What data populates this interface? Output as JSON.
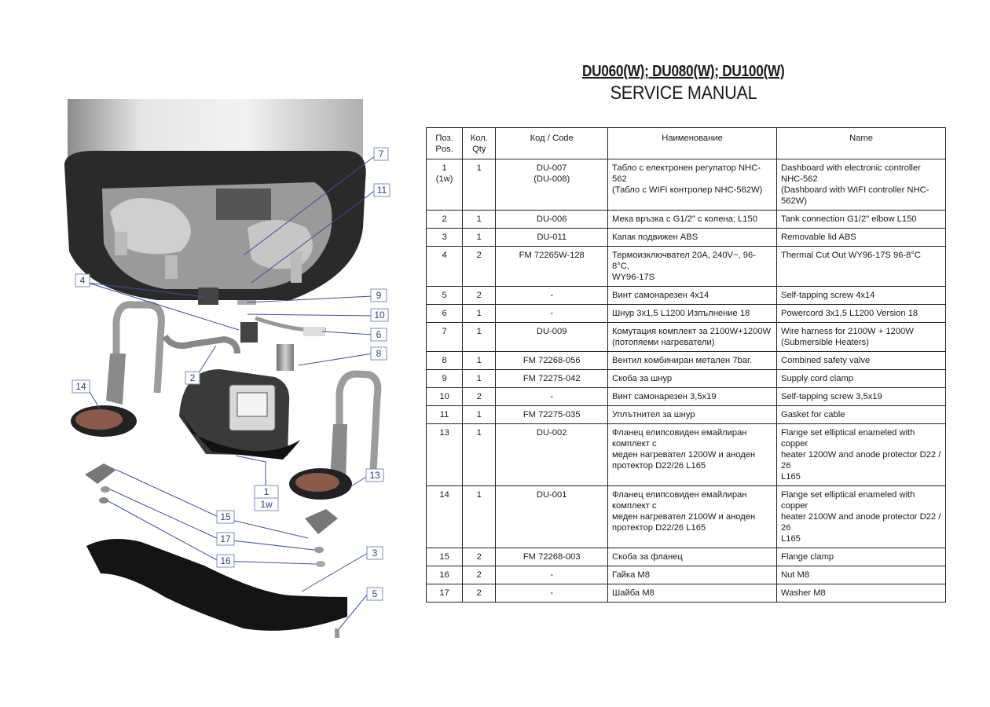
{
  "document": {
    "title_models": "DU060(W); DU080(W); DU100(W)",
    "title_manual": "SERVICE MANUAL"
  },
  "diagram": {
    "callouts": [
      "7",
      "11",
      "4",
      "9",
      "10",
      "6",
      "8",
      "2",
      "14",
      "13",
      "1",
      "1w",
      "15",
      "17",
      "16",
      "3",
      "5"
    ]
  },
  "table": {
    "headers": {
      "pos": "Поз.\nPos.",
      "qty": "Кол.\nQty",
      "code": "Код / Code",
      "name_bg": "Наименование",
      "name_en": "Name"
    },
    "rows": [
      {
        "pos": "1\n(1w)",
        "qty": "1",
        "code": "DU-007\n(DU-008)",
        "name_bg": "Табло с електронен регулатор NHC-562\n(Табло с WIFI контролер NHC-562W)",
        "name_en": "Dashboard with electronic controller NHC-562\n(Dashboard  with WIFI controller NHC-562W)"
      },
      {
        "pos": "2",
        "qty": "1",
        "code": "DU-006",
        "name_bg": "Мека връзка с G1/2\" с колена; L150",
        "name_en": "Tank connection G1/2\" elbow L150"
      },
      {
        "pos": "3",
        "qty": "1",
        "code": "DU-011",
        "name_bg": "Капак подвижен ABS",
        "name_en": "Removable lid ABS"
      },
      {
        "pos": "4",
        "qty": "2",
        "code": "FM 72265W-128",
        "name_bg": "Термоизключвател 20А, 240V~, 96-8°C,\nWY96-17S",
        "name_en": "Thermal Cut Out WY96-17S  96-8°C"
      },
      {
        "pos": "5",
        "qty": "2",
        "code": "-",
        "name_bg": "Винт самонарезен 4х14",
        "name_en": "Self-tapping screw 4x14"
      },
      {
        "pos": "6",
        "qty": "1",
        "code": "-",
        "name_bg": "Шнур 3х1,5 L1200 Изпълнение 18",
        "name_en": "Powercord 3x1,5 L1200 Version 18"
      },
      {
        "pos": "7",
        "qty": "1",
        "code": "DU-009",
        "name_bg": "Комутация комплект за 2100W+1200W\n(потопяеми нагреватели)",
        "name_en": "Wire harness for 2100W + 1200W\n(Submersible Heaters)"
      },
      {
        "pos": "8",
        "qty": "1",
        "code": "FM 72268-056",
        "name_bg": "Вентил комбиниран метален 7bar.",
        "name_en": "Combined safety valve"
      },
      {
        "pos": "9",
        "qty": "1",
        "code": "FM 72275-042",
        "name_bg": "Скоба за шнур",
        "name_en": "Supply cord clamp"
      },
      {
        "pos": "10",
        "qty": "2",
        "code": "-",
        "name_bg": "Винт самонарезен 3,5х19",
        "name_en": "Self-tapping screw 3,5x19"
      },
      {
        "pos": "11",
        "qty": "1",
        "code": "FM 72275-035",
        "name_bg": "Уплътнител за шнур",
        "name_en": "Gasket for cable"
      },
      {
        "pos": "13",
        "qty": "1",
        "code": "DU-002",
        "name_bg": "Фланец елипсовиден емайлиран комплект с\nмеден нагревател 1200W и аноден\nпротектор D22/26 L165",
        "name_en": "Flange set elliptical enameled with copper\nheater 1200W and anode protector D22 / 26\nL165"
      },
      {
        "pos": "14",
        "qty": "1",
        "code": "DU-001",
        "name_bg": "Фланец елипсовиден емайлиран комплект с\nмеден нагревател 2100W и аноден\nпротектор D22/26 L165",
        "name_en": "Flange set elliptical enameled with copper\nheater 2100W and anode protector D22 / 26\nL165"
      },
      {
        "pos": "15",
        "qty": "2",
        "code": "FM 72268-003",
        "name_bg": "Скоба за фланец",
        "name_en": "Flange clamp"
      },
      {
        "pos": "16",
        "qty": "2",
        "code": "-",
        "name_bg": "Гайка М8",
        "name_en": "Nut M8"
      },
      {
        "pos": "17",
        "qty": "2",
        "code": "-",
        "name_bg": "Шайба М8",
        "name_en": "Washer M8"
      }
    ]
  }
}
